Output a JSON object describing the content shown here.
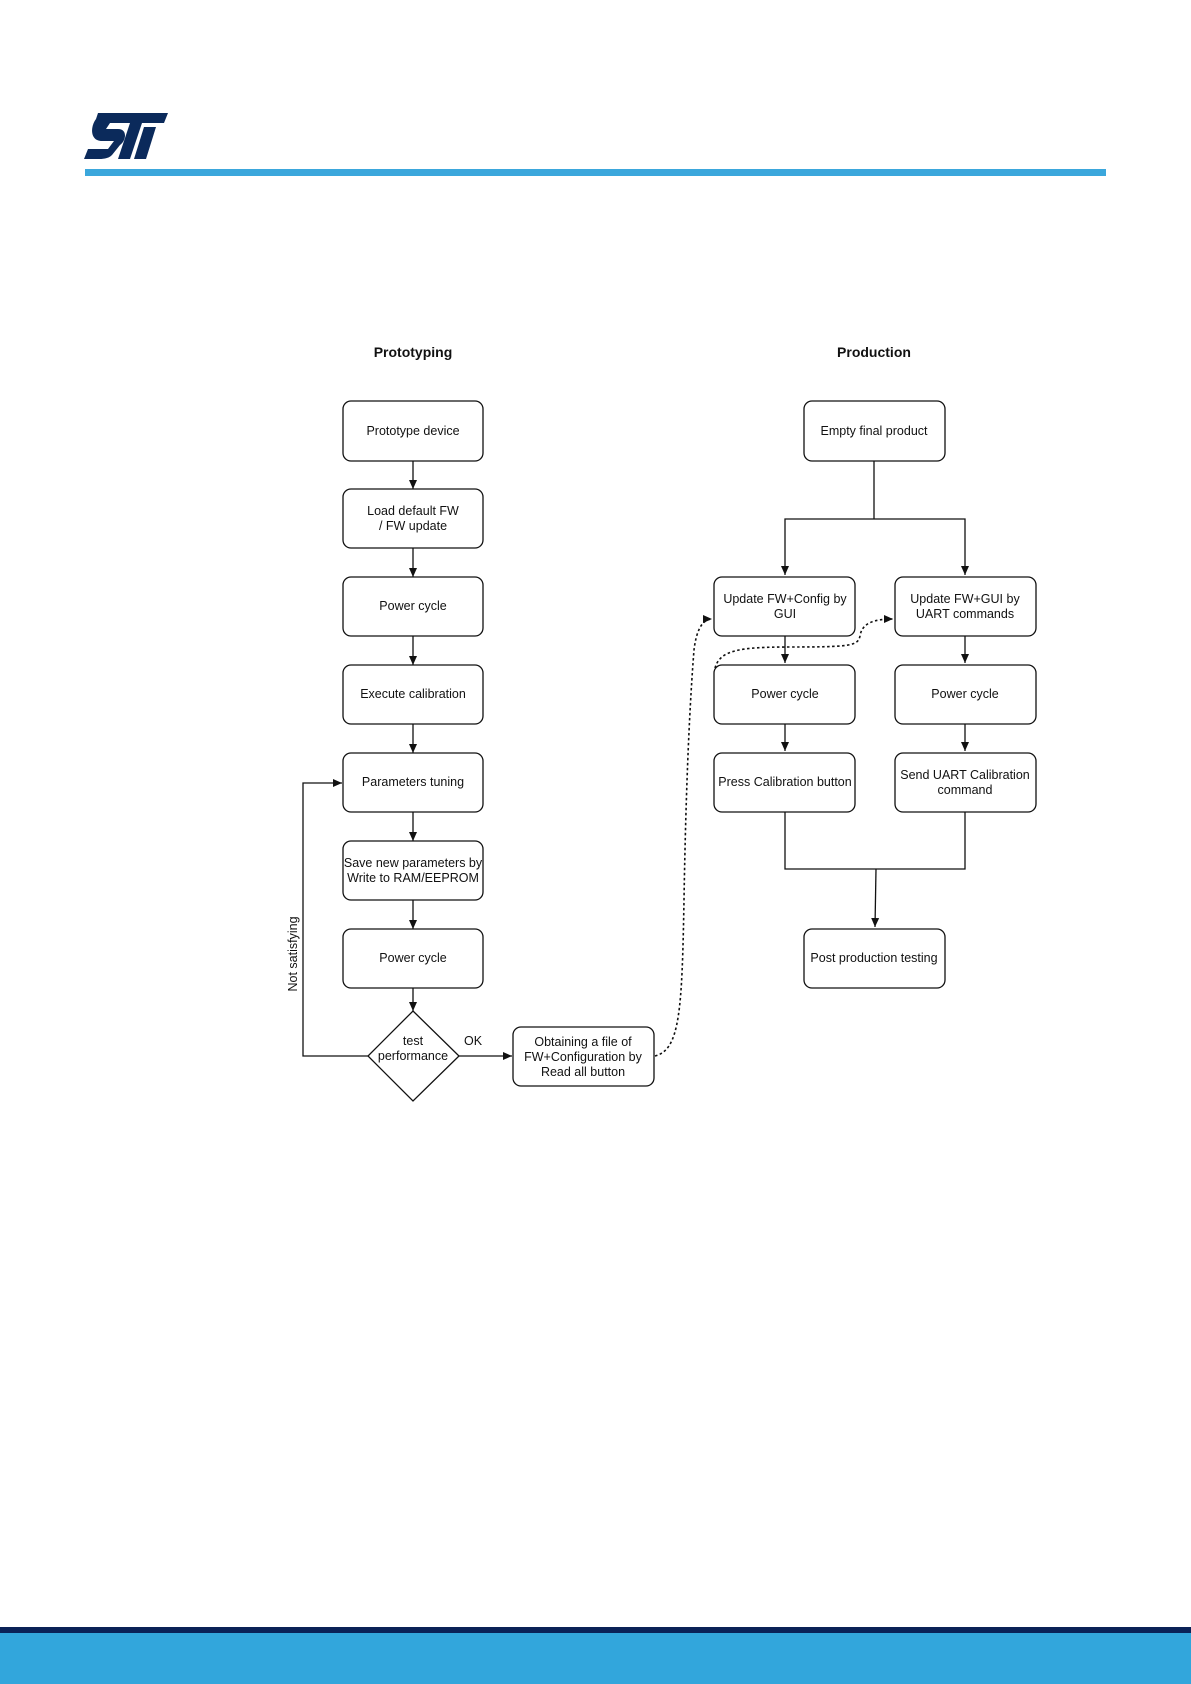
{
  "header": {
    "logo_text": "ST",
    "accent_color": "#3ba7dc",
    "logo_color": "#0b2a5b"
  },
  "diagram": {
    "headings": {
      "prototyping": "Prototyping",
      "production": "Production"
    },
    "prototyping_nodes": [
      {
        "id": "p1",
        "lines": [
          "Prototype device"
        ]
      },
      {
        "id": "p2",
        "lines": [
          "Load default FW",
          "/ FW update"
        ]
      },
      {
        "id": "p3",
        "lines": [
          "Power cycle"
        ]
      },
      {
        "id": "p4",
        "lines": [
          "Execute calibration"
        ]
      },
      {
        "id": "p5",
        "lines": [
          "Parameters tuning"
        ]
      },
      {
        "id": "p6",
        "lines": [
          "Save new parameters by",
          "Write to RAM/EEPROM"
        ]
      },
      {
        "id": "p7",
        "lines": [
          "Power cycle"
        ]
      }
    ],
    "decision": {
      "lines": [
        "test",
        "performance"
      ]
    },
    "obtain_node": {
      "lines": [
        "Obtaining a file of",
        "FW+Configuration by",
        "Read all button"
      ]
    },
    "labels": {
      "ok": "OK",
      "not_satisfying": "Not satisfying"
    },
    "production_nodes": {
      "top": {
        "lines": [
          "Empty final product"
        ]
      },
      "left": [
        {
          "id": "l1",
          "lines": [
            "Update FW+Config by",
            "GUI"
          ]
        },
        {
          "id": "l2",
          "lines": [
            "Power cycle"
          ]
        },
        {
          "id": "l3",
          "lines": [
            "Press Calibration button"
          ]
        }
      ],
      "right": [
        {
          "id": "r1",
          "lines": [
            "Update FW+GUI by",
            "UART commands"
          ]
        },
        {
          "id": "r2",
          "lines": [
            "Power cycle"
          ]
        },
        {
          "id": "r3",
          "lines": [
            "Send UART Calibration",
            "command"
          ]
        }
      ],
      "bottom": {
        "lines": [
          "Post production testing"
        ]
      }
    }
  },
  "footer": {
    "bar_color": "#32a6dc",
    "line_color": "#0a2257"
  }
}
